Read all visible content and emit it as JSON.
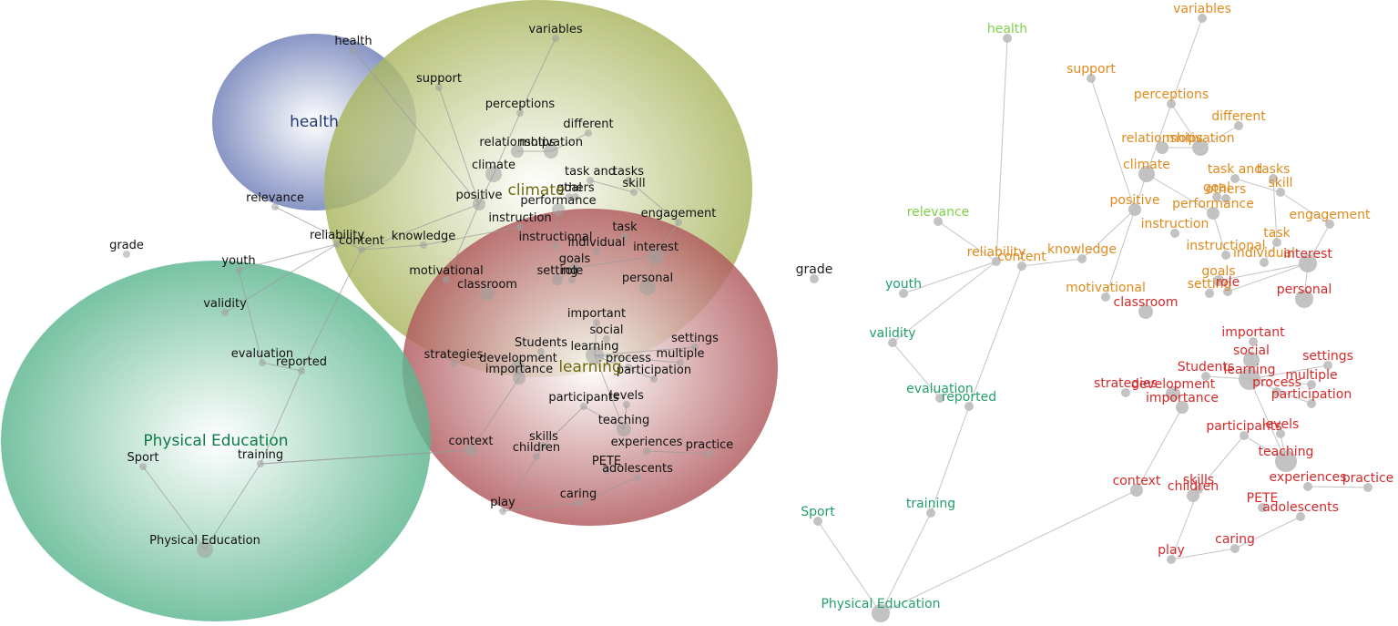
{
  "colors": {
    "health_cluster": "#6f7fb8",
    "climate_cluster": "#a9b55e",
    "learning_cluster": "#b0585c",
    "pe_cluster": "#5bb58f",
    "health_text": "#1f3a78",
    "climate_text": "#6f6a10",
    "pe_text": "#0e7a48",
    "edge": "#c4c4c4",
    "node": "#bdbdbd",
    "right_green_light": "#7fd14a",
    "right_green": "#22a06b",
    "right_orange": "#e08a1c",
    "right_red": "#d42a2a",
    "left_label": "#111111"
  },
  "left_map": {
    "clusters": [
      {
        "id": "health",
        "label": "health"
      },
      {
        "id": "climate",
        "label": "climate"
      },
      {
        "id": "learning",
        "label": "learning"
      },
      {
        "id": "pe",
        "label": "Physical Education"
      }
    ],
    "terms": [
      {
        "id": "health",
        "label": "health"
      },
      {
        "id": "variables",
        "label": "variables"
      },
      {
        "id": "support",
        "label": "support"
      },
      {
        "id": "perceptions",
        "label": "perceptions"
      },
      {
        "id": "different",
        "label": "different"
      },
      {
        "id": "relationships",
        "label": "relationships"
      },
      {
        "id": "motivation",
        "label": "motivation"
      },
      {
        "id": "climate",
        "label": "climate"
      },
      {
        "id": "task_and",
        "label": "task and"
      },
      {
        "id": "tasks",
        "label": "tasks"
      },
      {
        "id": "skill",
        "label": "skill"
      },
      {
        "id": "goal",
        "label": "goal"
      },
      {
        "id": "others",
        "label": "others"
      },
      {
        "id": "positive",
        "label": "positive"
      },
      {
        "id": "performance",
        "label": "performance"
      },
      {
        "id": "relevance",
        "label": "relevance"
      },
      {
        "id": "instruction",
        "label": "instruction"
      },
      {
        "id": "engagement",
        "label": "engagement"
      },
      {
        "id": "task",
        "label": "task"
      },
      {
        "id": "reliability",
        "label": "reliability"
      },
      {
        "id": "content",
        "label": "content"
      },
      {
        "id": "knowledge",
        "label": "knowledge"
      },
      {
        "id": "instructional",
        "label": "instructional"
      },
      {
        "id": "individual",
        "label": "individual"
      },
      {
        "id": "interest",
        "label": "interest"
      },
      {
        "id": "grade",
        "label": "grade"
      },
      {
        "id": "youth",
        "label": "youth"
      },
      {
        "id": "goals",
        "label": "goals"
      },
      {
        "id": "motivational",
        "label": "motivational"
      },
      {
        "id": "setting",
        "label": "setting"
      },
      {
        "id": "role",
        "label": "role"
      },
      {
        "id": "classroom",
        "label": "classroom"
      },
      {
        "id": "personal",
        "label": "personal"
      },
      {
        "id": "validity",
        "label": "validity"
      },
      {
        "id": "important",
        "label": "important"
      },
      {
        "id": "social",
        "label": "social"
      },
      {
        "id": "settings",
        "label": "settings"
      },
      {
        "id": "students",
        "label": "Students"
      },
      {
        "id": "learning",
        "label": "learning"
      },
      {
        "id": "evaluation",
        "label": "evaluation"
      },
      {
        "id": "multiple",
        "label": "multiple"
      },
      {
        "id": "strategies",
        "label": "strategies"
      },
      {
        "id": "development",
        "label": "development"
      },
      {
        "id": "process",
        "label": "process"
      },
      {
        "id": "reported",
        "label": "reported"
      },
      {
        "id": "importance",
        "label": "importance"
      },
      {
        "id": "participation",
        "label": "participation"
      },
      {
        "id": "participants",
        "label": "participants"
      },
      {
        "id": "levels",
        "label": "levels"
      },
      {
        "id": "teaching",
        "label": "teaching"
      },
      {
        "id": "context",
        "label": "context"
      },
      {
        "id": "experiences",
        "label": "experiences"
      },
      {
        "id": "practice",
        "label": "practice"
      },
      {
        "id": "children",
        "label": "children"
      },
      {
        "id": "skills",
        "label": "skills"
      },
      {
        "id": "sport",
        "label": "Sport"
      },
      {
        "id": "training",
        "label": "training"
      },
      {
        "id": "pete",
        "label": "PETE"
      },
      {
        "id": "adolescents",
        "label": "adolescents"
      },
      {
        "id": "caring",
        "label": "caring"
      },
      {
        "id": "play",
        "label": "play"
      },
      {
        "id": "physical_education",
        "label": "Physical Education"
      }
    ]
  },
  "right_map": {
    "terms": [
      {
        "id": "health",
        "label": "health",
        "group": "green_light"
      },
      {
        "id": "variables",
        "label": "variables",
        "group": "orange"
      },
      {
        "id": "support",
        "label": "support",
        "group": "orange"
      },
      {
        "id": "perceptions",
        "label": "perceptions",
        "group": "orange"
      },
      {
        "id": "different",
        "label": "different",
        "group": "orange"
      },
      {
        "id": "relationships",
        "label": "relationships",
        "group": "orange"
      },
      {
        "id": "motivation",
        "label": "motivation",
        "group": "orange"
      },
      {
        "id": "climate",
        "label": "climate",
        "group": "orange"
      },
      {
        "id": "task_and",
        "label": "task and",
        "group": "orange"
      },
      {
        "id": "tasks",
        "label": "tasks",
        "group": "orange"
      },
      {
        "id": "skill",
        "label": "skill",
        "group": "orange"
      },
      {
        "id": "goal",
        "label": "goal",
        "group": "orange"
      },
      {
        "id": "others",
        "label": "others",
        "group": "orange"
      },
      {
        "id": "positive",
        "label": "positive",
        "group": "orange"
      },
      {
        "id": "performance",
        "label": "performance",
        "group": "orange"
      },
      {
        "id": "engagement",
        "label": "engagement",
        "group": "orange"
      },
      {
        "id": "relevance",
        "label": "relevance",
        "group": "green_light"
      },
      {
        "id": "instruction",
        "label": "instruction",
        "group": "orange"
      },
      {
        "id": "task",
        "label": "task",
        "group": "orange"
      },
      {
        "id": "reliability",
        "label": "reliability",
        "group": "orange"
      },
      {
        "id": "content",
        "label": "content",
        "group": "orange"
      },
      {
        "id": "knowledge",
        "label": "knowledge",
        "group": "orange"
      },
      {
        "id": "instructional",
        "label": "instructional",
        "group": "orange"
      },
      {
        "id": "individual",
        "label": "individual",
        "group": "orange"
      },
      {
        "id": "interest",
        "label": "interest",
        "group": "red"
      },
      {
        "id": "grade",
        "label": "grade",
        "group": "dark"
      },
      {
        "id": "goals",
        "label": "goals",
        "group": "orange"
      },
      {
        "id": "youth",
        "label": "youth",
        "group": "green"
      },
      {
        "id": "setting",
        "label": "setting",
        "group": "orange"
      },
      {
        "id": "role",
        "label": "role",
        "group": "red"
      },
      {
        "id": "motivational",
        "label": "motivational",
        "group": "orange"
      },
      {
        "id": "personal",
        "label": "personal",
        "group": "red"
      },
      {
        "id": "classroom",
        "label": "classroom",
        "group": "red"
      },
      {
        "id": "validity",
        "label": "validity",
        "group": "green"
      },
      {
        "id": "important",
        "label": "important",
        "group": "red"
      },
      {
        "id": "social",
        "label": "social",
        "group": "red"
      },
      {
        "id": "settings",
        "label": "settings",
        "group": "red"
      },
      {
        "id": "students",
        "label": "Students",
        "group": "red"
      },
      {
        "id": "learning",
        "label": "learning",
        "group": "red"
      },
      {
        "id": "multiple",
        "label": "multiple",
        "group": "red"
      },
      {
        "id": "strategies",
        "label": "strategies",
        "group": "red"
      },
      {
        "id": "development",
        "label": "development",
        "group": "red"
      },
      {
        "id": "process",
        "label": "process",
        "group": "red"
      },
      {
        "id": "participation",
        "label": "participation",
        "group": "red"
      },
      {
        "id": "evaluation",
        "label": "evaluation",
        "group": "green"
      },
      {
        "id": "reported",
        "label": "reported",
        "group": "green"
      },
      {
        "id": "importance",
        "label": "importance",
        "group": "red"
      },
      {
        "id": "participants",
        "label": "participants",
        "group": "red"
      },
      {
        "id": "levels",
        "label": "levels",
        "group": "red"
      },
      {
        "id": "teaching",
        "label": "teaching",
        "group": "red"
      },
      {
        "id": "experiences",
        "label": "experiences",
        "group": "red"
      },
      {
        "id": "practice",
        "label": "practice",
        "group": "red"
      },
      {
        "id": "context",
        "label": "context",
        "group": "red"
      },
      {
        "id": "skills",
        "label": "skills",
        "group": "red"
      },
      {
        "id": "children",
        "label": "children",
        "group": "red"
      },
      {
        "id": "pete",
        "label": "PETE",
        "group": "red"
      },
      {
        "id": "adolescents",
        "label": "adolescents",
        "group": "red"
      },
      {
        "id": "sport",
        "label": "Sport",
        "group": "green"
      },
      {
        "id": "training",
        "label": "training",
        "group": "green"
      },
      {
        "id": "caring",
        "label": "caring",
        "group": "red"
      },
      {
        "id": "play",
        "label": "play",
        "group": "red"
      },
      {
        "id": "physical_education",
        "label": "Physical Education",
        "group": "green"
      }
    ]
  }
}
